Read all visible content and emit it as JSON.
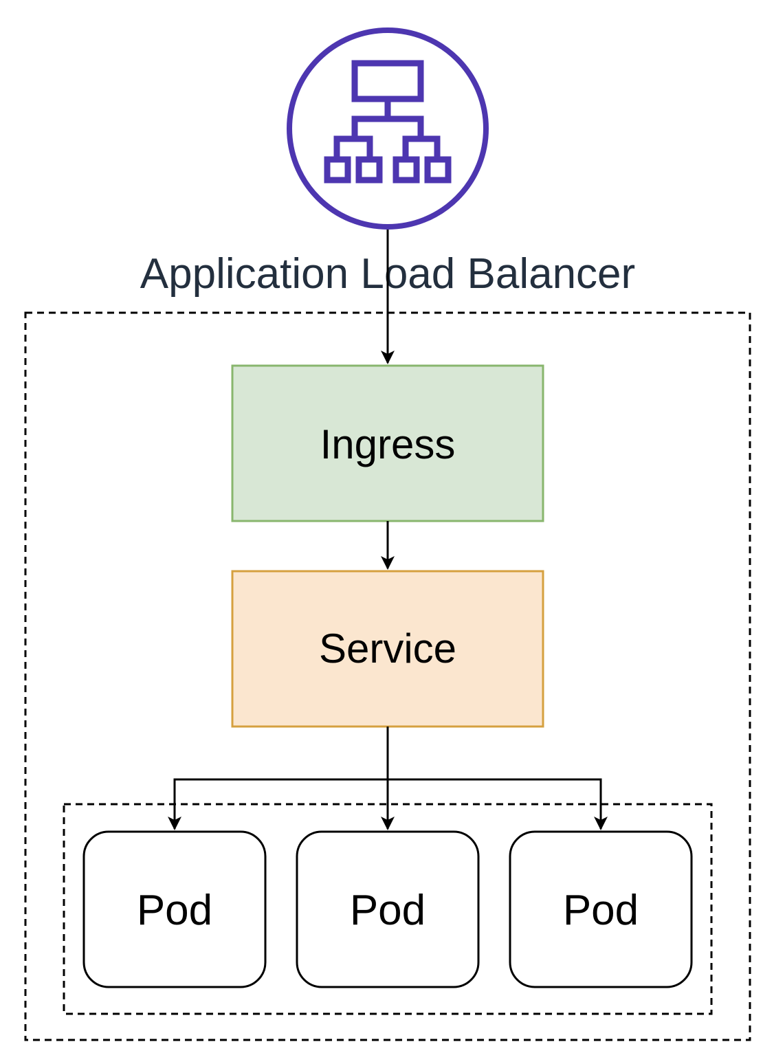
{
  "alb": {
    "label": "Application Load Balancer",
    "icon": "load-balancer-icon",
    "color": "#4d36b0",
    "label_color": "#232f3e"
  },
  "ingress": {
    "label": "Ingress",
    "fill": "#d8e7d5",
    "stroke": "#88b66d"
  },
  "service": {
    "label": "Service",
    "fill": "#fbe6cf",
    "stroke": "#d5a03f"
  },
  "pods": [
    {
      "label": "Pod"
    },
    {
      "label": "Pod"
    },
    {
      "label": "Pod"
    }
  ]
}
